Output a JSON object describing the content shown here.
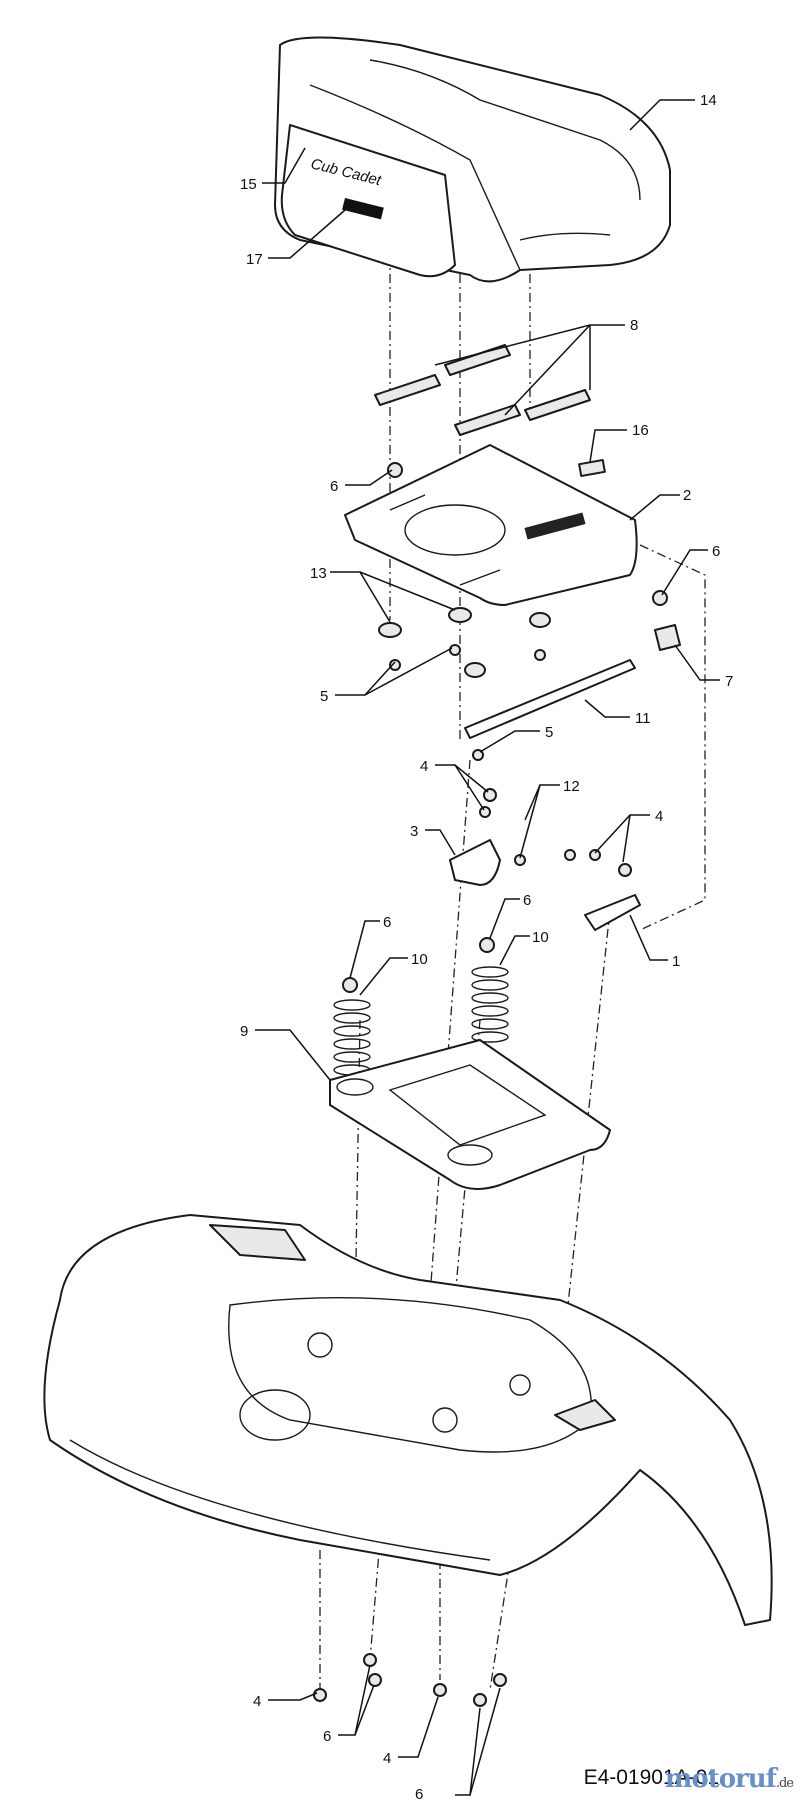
{
  "diagram": {
    "drawing_number": "E4-01901A-01",
    "watermark": {
      "brand": "motoruf",
      "suffix": ".de"
    },
    "seat_logo": "Cub Cadet",
    "callouts": [
      "14",
      "15",
      "17",
      "8",
      "16",
      "6",
      "2",
      "13",
      "6",
      "5",
      "7",
      "11",
      "5",
      "4",
      "12",
      "3",
      "4",
      "6",
      "10",
      "6",
      "10",
      "1",
      "9",
      "4",
      "6",
      "4",
      "6"
    ]
  }
}
